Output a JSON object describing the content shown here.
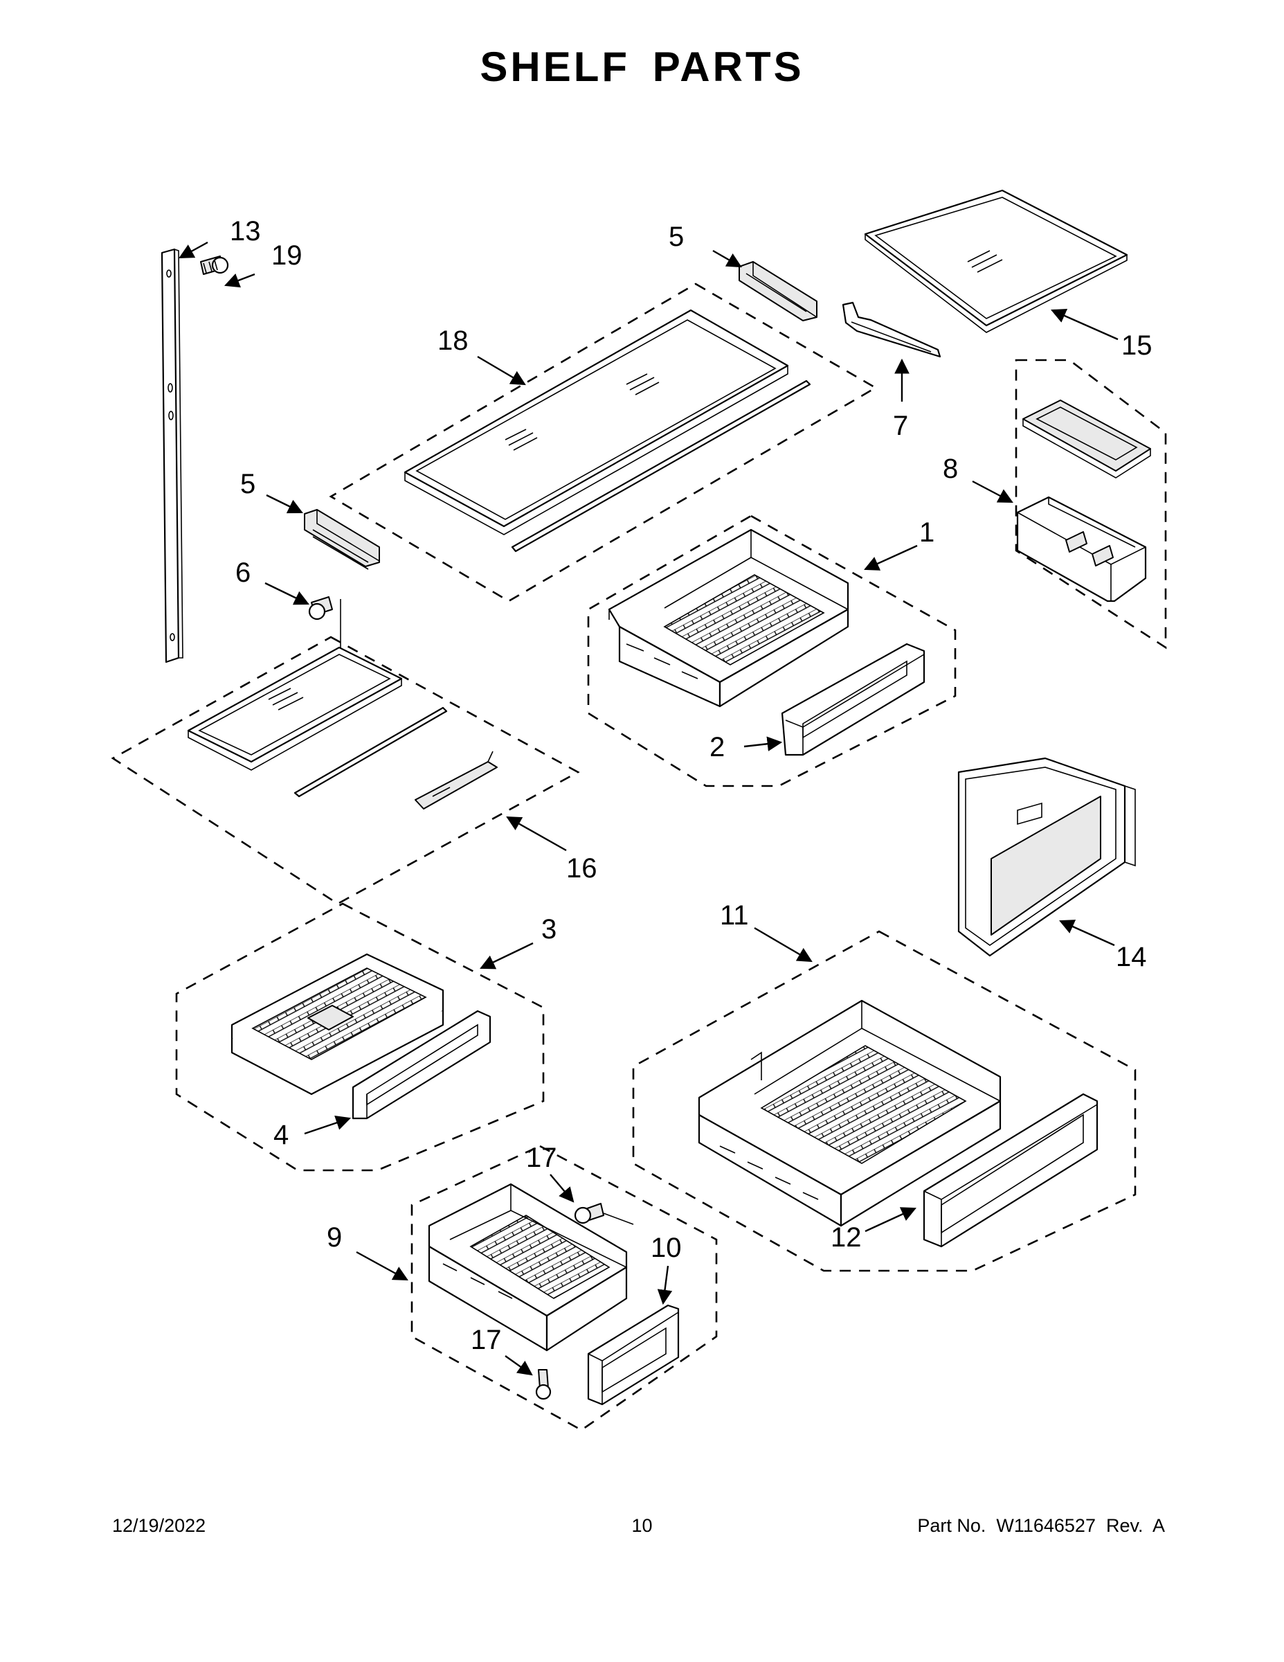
{
  "page": {
    "title": "SHELF PARTS",
    "footer": {
      "date": "12/19/2022",
      "page_number": "10",
      "part_number": "Part No.  W11646527  Rev.  A"
    }
  },
  "callouts": {
    "c1": "1",
    "c2": "2",
    "c3": "3",
    "c4": "4",
    "c5a": "5",
    "c5b": "5",
    "c6": "6",
    "c7": "7",
    "c8": "8",
    "c9": "9",
    "c10": "10",
    "c11": "11",
    "c12": "12",
    "c13": "13",
    "c14": "14",
    "c15": "15",
    "c16": "16",
    "c17a": "17",
    "c17b": "17",
    "c18": "18",
    "c19": "19"
  }
}
